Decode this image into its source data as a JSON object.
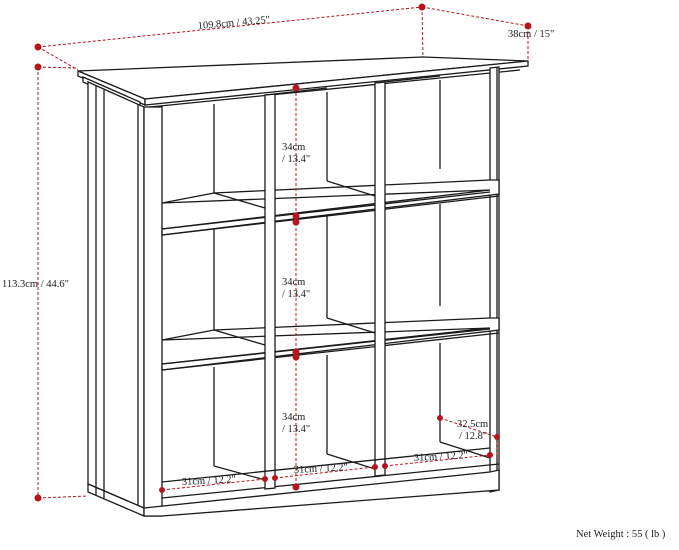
{
  "dimensions": {
    "width": "109.8cm / 43.25\"",
    "depth": "38cm / 15\"",
    "height": "113.3cm / 44.6\"",
    "cube_height_top_line1": "34cm",
    "cube_height_top_line2": "/ 13.4\"",
    "cube_height_mid_line1": "34cm",
    "cube_height_mid_line2": "/ 13.4\"",
    "cube_height_bot_line1": "34cm",
    "cube_height_bot_line2": "/ 13.4\"",
    "cube_width_left": "31cm / 12.2\"",
    "cube_width_center": "31cm / 12.2\"",
    "cube_width_right": "31cm / 12.2\"",
    "cube_depth_line1": "32.5cm",
    "cube_depth_line2": "/ 12.8\""
  },
  "net_weight": "Net Weight : 55 ( lb )",
  "colors": {
    "dimension_line": "#b5151b",
    "outline": "#1a1a1a"
  }
}
